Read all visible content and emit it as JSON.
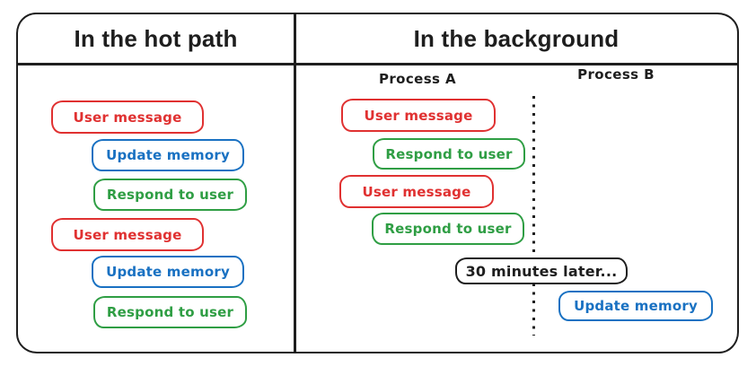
{
  "palette": {
    "red": "#e03131",
    "blue": "#1971c2",
    "green": "#2f9e44",
    "ink": "#1e1e1e",
    "bg": "#ffffff"
  },
  "panels": {
    "hot_path": {
      "title": "In the hot path",
      "boxes": [
        {
          "label": "User message",
          "color": "red"
        },
        {
          "label": "Update memory",
          "color": "blue"
        },
        {
          "label": "Respond to user",
          "color": "green"
        },
        {
          "label": "User message",
          "color": "red"
        },
        {
          "label": "Update memory",
          "color": "blue"
        },
        {
          "label": "Respond to user",
          "color": "green"
        }
      ]
    },
    "background": {
      "title": "In the background",
      "process_a_label": "Process A",
      "process_b_label": "Process B",
      "process_a_boxes": [
        {
          "label": "User message",
          "color": "red"
        },
        {
          "label": "Respond to user",
          "color": "green"
        },
        {
          "label": "User message",
          "color": "red"
        },
        {
          "label": "Respond to user",
          "color": "green"
        }
      ],
      "divider_note": {
        "label": "30 minutes later...",
        "color": "ink"
      },
      "process_b_boxes": [
        {
          "label": "Update memory",
          "color": "blue"
        }
      ]
    }
  }
}
